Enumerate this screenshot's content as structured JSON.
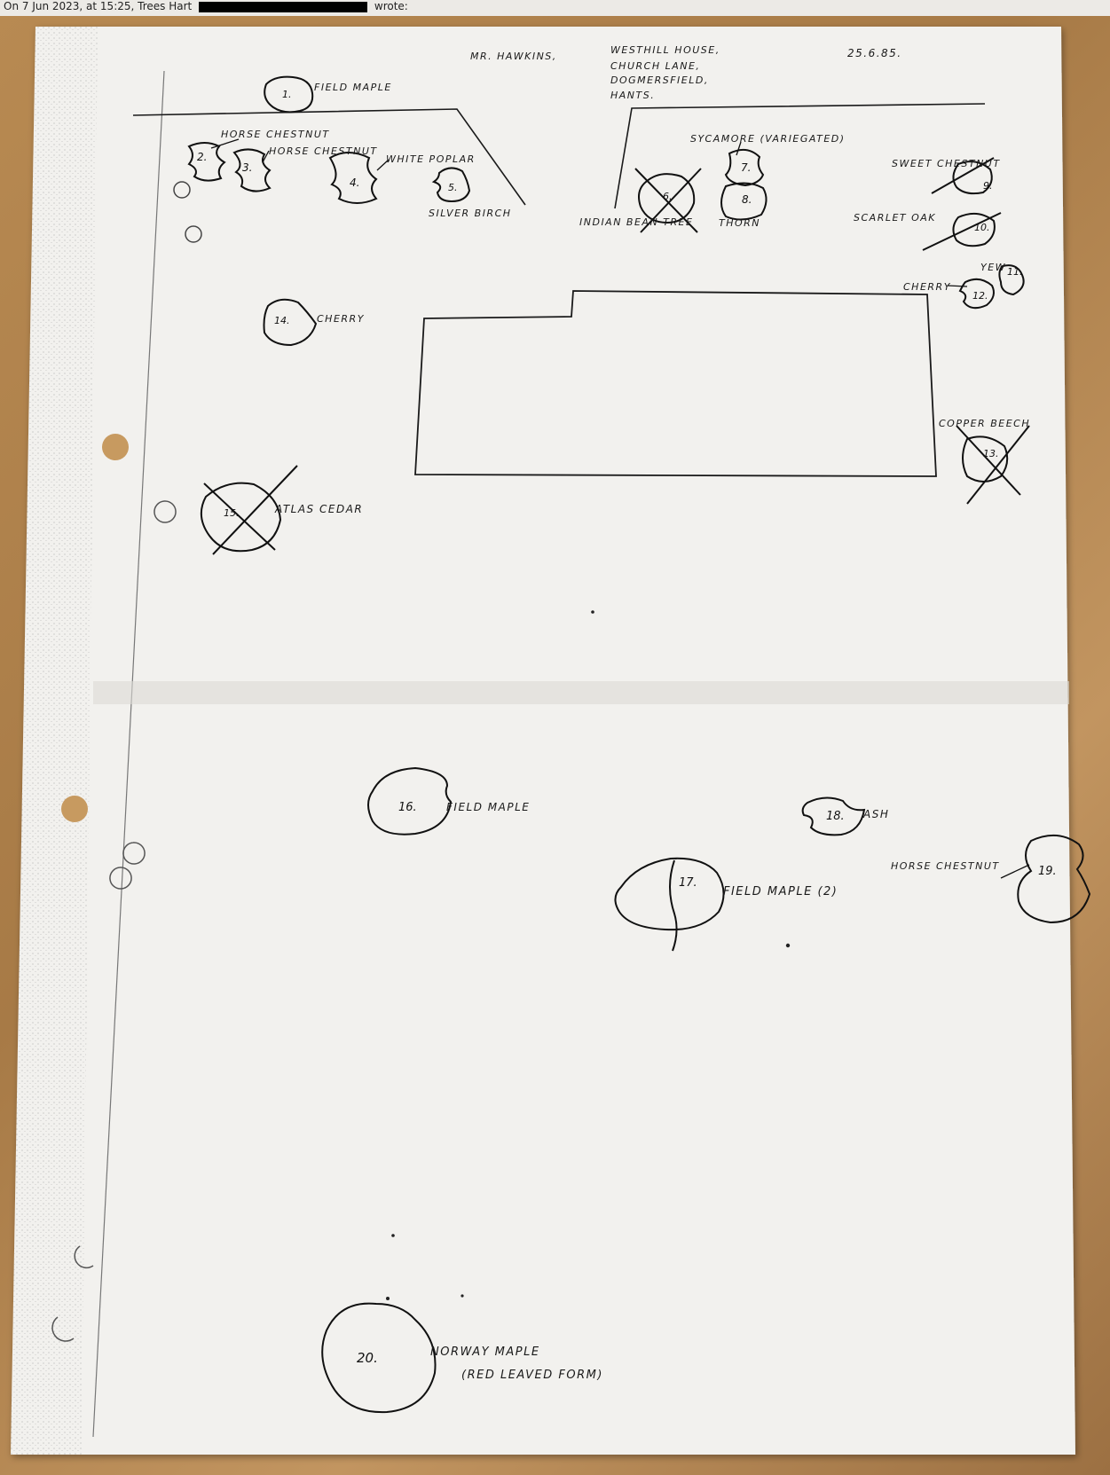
{
  "caption": {
    "prefix": "On 7 Jun 2023, at 15:25, Trees Hart",
    "suffix": "wrote:"
  },
  "header": {
    "client": "MR. HAWKINS,",
    "address_lines": [
      "WESTHILL HOUSE,",
      "CHURCH LANE,",
      "DOGMERSFIELD,",
      "HANTS."
    ],
    "date": "25.6.85."
  },
  "trees": [
    {
      "num": "1.",
      "label": "FIELD MAPLE"
    },
    {
      "num": "2.",
      "label": "HORSE CHESTNUT"
    },
    {
      "num": "3.",
      "label": "HORSE CHESTNUT"
    },
    {
      "num": "4.",
      "label": "WHITE POPLAR"
    },
    {
      "num": "5.",
      "label": "SILVER BIRCH"
    },
    {
      "num": "6.",
      "label": "INDIAN BEAN TREE"
    },
    {
      "num": "7.",
      "label": "SYCAMORE (VARIEGATED)"
    },
    {
      "num": "8.",
      "label": "THORN"
    },
    {
      "num": "9.",
      "label": "SWEET CHESTNUT"
    },
    {
      "num": "10.",
      "label": "SCARLET OAK"
    },
    {
      "num": "11.",
      "label": "YEW"
    },
    {
      "num": "12.",
      "label": "CHERRY"
    },
    {
      "num": "13.",
      "label": "COPPER BEECH"
    },
    {
      "num": "14.",
      "label": "CHERRY"
    },
    {
      "num": "15.",
      "label": "ATLAS CEDAR"
    },
    {
      "num": "16.",
      "label": "FIELD MAPLE"
    },
    {
      "num": "17.",
      "label": "FIELD MAPLE (2)"
    },
    {
      "num": "18.",
      "label": "ASH"
    },
    {
      "num": "19.",
      "label": "HORSE CHESTNUT"
    },
    {
      "num": "20.",
      "label": "NORWAY MAPLE",
      "label2": "(RED LEAVED FORM)"
    }
  ],
  "colors": {
    "paper": "#f2f1ee",
    "ink": "#1a1a1a",
    "wood": "#b88a52"
  }
}
